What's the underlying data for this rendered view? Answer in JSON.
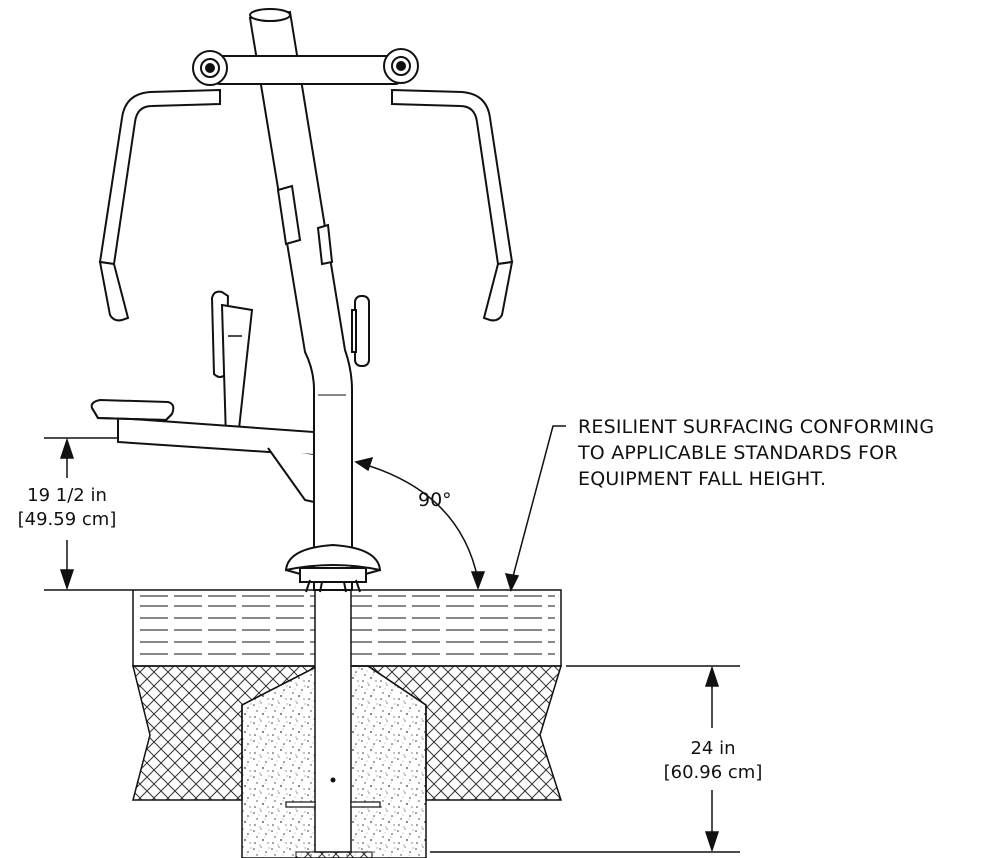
{
  "note": {
    "line1": "RESILIENT SURFACING CONFORMING",
    "line2": "TO APPLICABLE STANDARDS FOR",
    "line3": "EQUIPMENT FALL HEIGHT."
  },
  "angle_label": "90°",
  "height_dimension": {
    "imperial": "19 1/2 in",
    "metric": "[49.59 cm]"
  },
  "depth_dimension": {
    "imperial": "24 in",
    "metric": "[60.96 cm]"
  }
}
